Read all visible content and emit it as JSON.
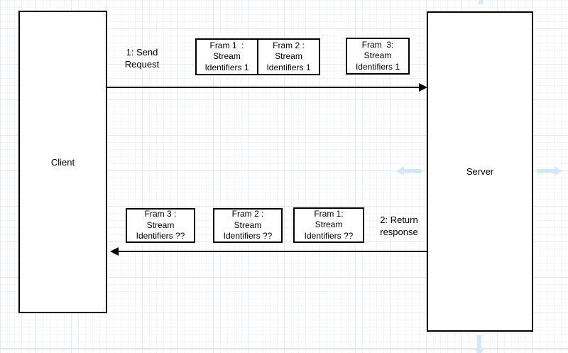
{
  "diagram": {
    "nodes": {
      "client": {
        "label": "Client"
      },
      "server": {
        "label": "Server"
      }
    },
    "edges": {
      "request": {
        "label": "1: Send Request"
      },
      "response": {
        "label": "2: Return response"
      }
    },
    "top_frames": [
      {
        "lines": [
          "Fram 1  :",
          "Stream",
          "Identifiers 1"
        ]
      },
      {
        "lines": [
          "Fram 2 :",
          "Stream",
          "Identifiers 1"
        ]
      },
      {
        "lines": [
          "Fram  3:",
          "Stream",
          "Identifiers 1"
        ]
      }
    ],
    "bottom_frames": [
      {
        "lines": [
          "Fram 3 :",
          "Stream",
          "Identifiers ??"
        ]
      },
      {
        "lines": [
          "Fram 2 :",
          "Stream",
          "Identifiers ??"
        ]
      },
      {
        "lines": [
          "Fram 1:",
          "Stream",
          "Identifiers ??"
        ]
      }
    ],
    "colors": {
      "stroke": "#000000",
      "shape_fill": "#ffffff",
      "nav_arrow": "#cfe3f5",
      "grid_minor": "#f3f5f7",
      "grid_major": "#e6e9ed"
    }
  }
}
